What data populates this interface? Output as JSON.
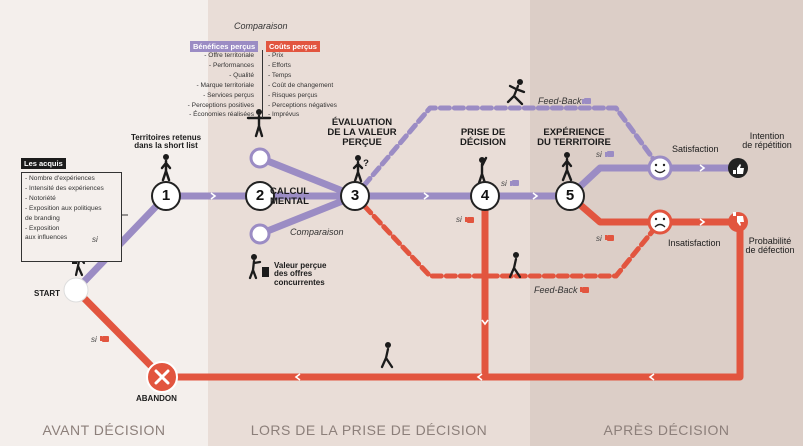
{
  "zones": {
    "before": "AVANT DÉCISION",
    "during": "LORS DE LA PRISE DE DÉCISION",
    "after": "APRÈS DÉCISION"
  },
  "acquis": {
    "title": "Les acquis",
    "items": [
      "- Nombre d'expériences",
      "- Intensité des expériences",
      "- Notoriété",
      "- Exposition aux politiques",
      "  de branding",
      "- Exposition",
      "  aux influences"
    ]
  },
  "comparison_top": "Comparaison",
  "comparison_bottom": "Comparaison",
  "benefits": {
    "title": "Bénéfices perçus",
    "items": [
      "- Offre territoriale",
      "- Performances",
      "- Qualité",
      "- Marque territoriale",
      "- Services perçus",
      "- Perceptions positives",
      "- Économies réalisées"
    ]
  },
  "costs": {
    "title": "Coûts perçus",
    "items": [
      "- Prix",
      "- Efforts",
      "- Temps",
      "- Coût de changement",
      "- Risques perçus",
      "- Perceptions négatives",
      "- Imprévus"
    ]
  },
  "labels": {
    "start": "START",
    "abandon": "ABANDON",
    "short_list": "Territoires retenus\ndans la short list",
    "calcul": "CALCUL\nMENTAL",
    "evaluation": "ÉVALUATION\nDE LA VALEUR\nPERÇUE",
    "prise": "PRISE DE\nDÉCISION",
    "experience": "EXPÉRIENCE\nDU TERRITOIRE",
    "valeur_offres": "Valeur perçue\ndes offres\nconcurrentes",
    "satisfaction": "Satisfaction",
    "insatisfaction": "Insatisfaction",
    "intention": "Intention\nde répétition",
    "probabilite": "Probabilité\nde défection",
    "feedback_top": "Feed-Back",
    "feedback_bottom": "Feed-Back",
    "si": "si"
  },
  "nodes": [
    "1",
    "2",
    "3",
    "4",
    "5"
  ],
  "colors": {
    "purple": "#9b8cc4",
    "red": "#e2553f",
    "dark": "#1b1b1b"
  }
}
